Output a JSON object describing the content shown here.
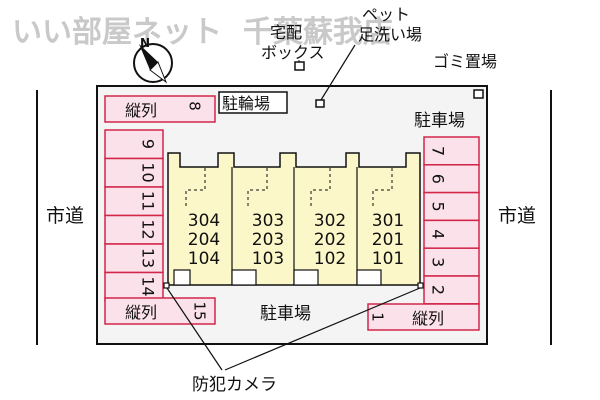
{
  "watermark": {
    "left": "いい部屋ネット",
    "right": "千葉蘇我店"
  },
  "labels": {
    "takuhai_line1": "宅配",
    "takuhai_line2": "ボックス",
    "pet_line1": "ペット",
    "pet_line2": "足洗い場",
    "gomi": "ゴミ置場",
    "bike": "駐輪場",
    "parking_top": "駐車場",
    "parking_bottom": "駐車場",
    "road_left": "市道",
    "road_right": "市道",
    "camera": "防犯カメラ",
    "tate_top_left": "縦列",
    "tate_bottom_left": "縦列",
    "tate_bottom_right": "縦列"
  },
  "parking": {
    "left_column": [
      "9",
      "10",
      "11",
      "12",
      "13",
      "14"
    ],
    "right_column": [
      "7",
      "6",
      "5",
      "4",
      "3",
      "2"
    ],
    "top_left_number": "8",
    "bottom_left_number": "15",
    "bottom_right_number": "1"
  },
  "building": {
    "units": [
      {
        "floor3": "304",
        "floor2": "204",
        "floor1": "104"
      },
      {
        "floor3": "303",
        "floor2": "203",
        "floor1": "103"
      },
      {
        "floor3": "302",
        "floor2": "202",
        "floor1": "102"
      },
      {
        "floor3": "301",
        "floor2": "201",
        "floor1": "101"
      }
    ]
  },
  "colors": {
    "parking_stroke": "#d2264a",
    "parking_fill": "#fbe2ea",
    "building_fill": "#fbf7c8",
    "site_fill": "#f4f4f4"
  }
}
